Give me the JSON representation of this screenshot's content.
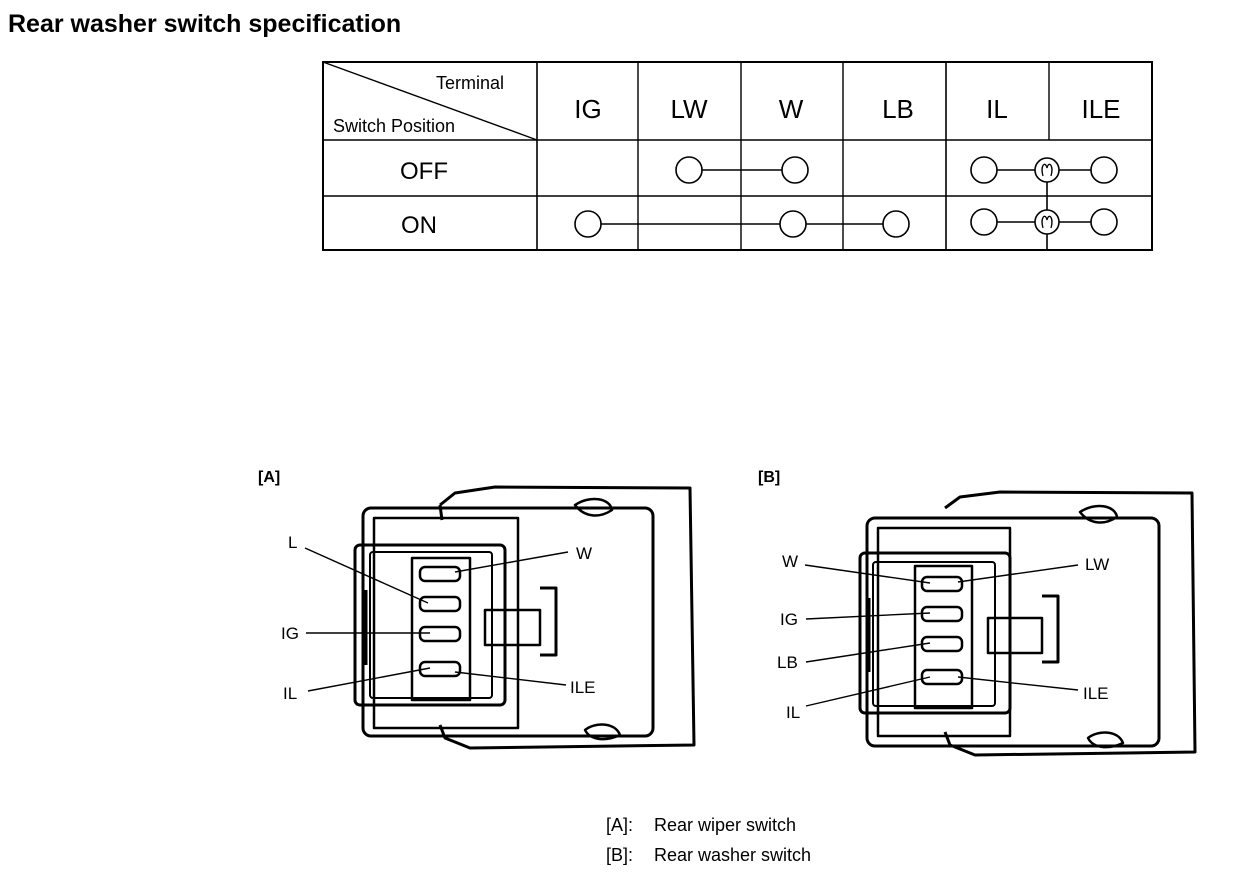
{
  "title": "Rear washer switch specification",
  "table": {
    "corner_top": "Terminal",
    "corner_bottom": "Switch Position",
    "terminals": [
      "IG",
      "LW",
      "W",
      "LB",
      "IL",
      "ILE"
    ],
    "rows": [
      {
        "position": "OFF",
        "continuity": [
          "LW-W",
          "IL-ILE (bulb)"
        ]
      },
      {
        "position": "ON",
        "continuity": [
          "IG-W-LB",
          "IL-ILE (bulb)"
        ]
      }
    ]
  },
  "diagrams": {
    "a": {
      "tag": "[A]",
      "labels": {
        "l": "L",
        "ig": "IG",
        "il": "IL",
        "w": "W",
        "ile": "ILE"
      }
    },
    "b": {
      "tag": "[B]",
      "labels": {
        "w": "W",
        "ig": "IG",
        "lb": "LB",
        "il": "IL",
        "lw": "LW",
        "ile": "ILE"
      }
    }
  },
  "legend": [
    {
      "key": "[A]:",
      "text": "Rear wiper switch"
    },
    {
      "key": "[B]:",
      "text": "Rear washer switch"
    }
  ]
}
